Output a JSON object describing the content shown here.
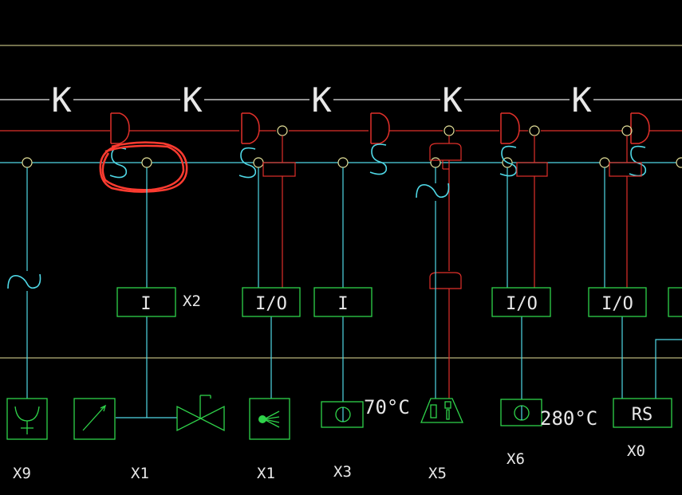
{
  "colors": {
    "background": "#000000",
    "cyan": "#4fd8e6",
    "red": "#e0302a",
    "green": "#2fd34a",
    "yellow": "#e6e29a",
    "white": "#e8e8e8",
    "markup": "#ff3b30"
  },
  "bus_labels": [
    "K",
    "K",
    "K",
    "K",
    "K"
  ],
  "module_labels": {
    "m1": "I",
    "m2": "I/O",
    "m3": "I",
    "m4": "I/O",
    "m5": "I/O",
    "x2": "X2"
  },
  "devices": {
    "x9": "X9",
    "x1a": "X1",
    "x1b": "X1",
    "x3": "X3",
    "x5": "X5",
    "x6": "X6",
    "x0": "X0",
    "rs": "RS"
  },
  "temperatures": {
    "t1": "70°C",
    "t2": "280°C"
  },
  "symbols": {
    "s": "S",
    "d": "D"
  },
  "icons": [
    "cup-icon",
    "gauge-icon",
    "valve-icon",
    "light-emitter-icon",
    "sensor-circle-icon",
    "flame-sensor-icon",
    "red-circle-markup"
  ]
}
